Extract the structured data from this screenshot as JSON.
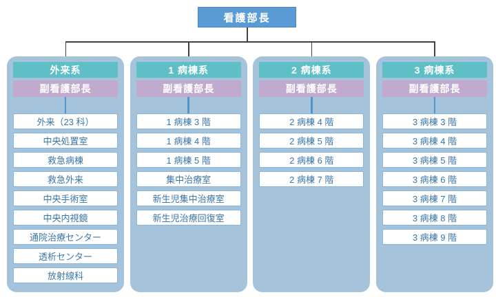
{
  "root": {
    "label": "看護部長"
  },
  "columns": [
    {
      "header": "外来系",
      "subheader": "副看護部長",
      "items": [
        "外来（23 科）",
        "中央処置室",
        "救急病棟",
        "救急外来",
        "中央手術室",
        "中央内視鏡",
        "通院治療センター",
        "透析センター",
        "放射線科"
      ]
    },
    {
      "header": "1 病棟系",
      "subheader": "副看護部長",
      "items": [
        "1 病棟 3 階",
        "1 病棟 4 階",
        "1 病棟 5 階",
        "集中治療室",
        "新生児集中治療室",
        "新生児治療回復室"
      ]
    },
    {
      "header": "2 病棟系",
      "subheader": "副看護部長",
      "items": [
        "2 病棟 4 階",
        "2 病棟 5 階",
        "2 病棟 6 階",
        "2 病棟 7 階"
      ]
    },
    {
      "header": "3 病棟系",
      "subheader": "副看護部長",
      "items": [
        "3 病棟 3 階",
        "3 病棟 4 階",
        "3 病棟 5 階",
        "3 病棟 6 階",
        "3 病棟 7 階",
        "3 病棟 8 階",
        "3 病棟 9 階"
      ]
    }
  ],
  "colors": {
    "root_blue": "#5B9BD5",
    "root_border": "#4A87C6",
    "line_dark": "#404040",
    "column_bg": "#A5C3DB",
    "teal": "#5FBFC7",
    "purple": "#C1AACE",
    "item_border": "#85B5DA",
    "item_text": "#3B76A8",
    "item_bg": "#FFFFFF",
    "sub_connector": "#4E96CD"
  }
}
